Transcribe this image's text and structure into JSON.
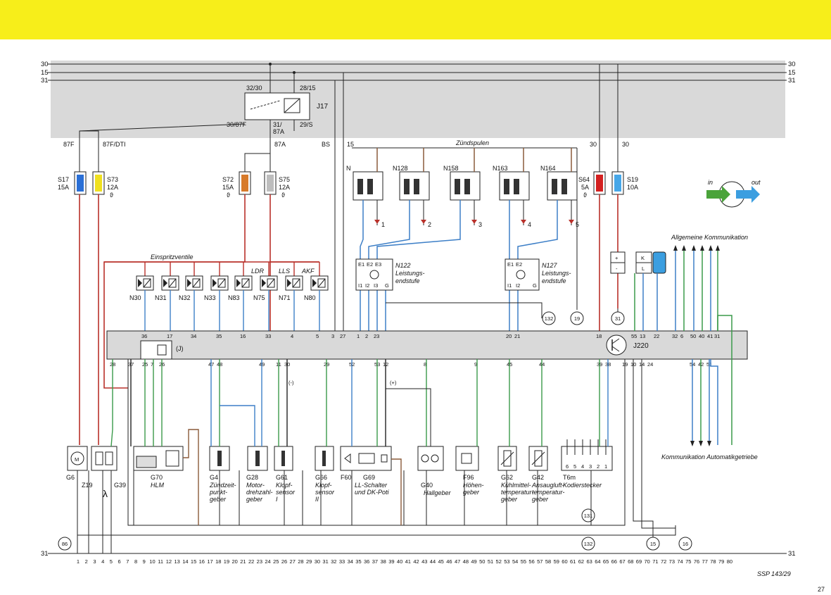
{
  "rails": {
    "r30": "30",
    "r15": "15",
    "r31": "31",
    "bottom31": "31"
  },
  "relay": {
    "name": "J17",
    "p32_30": "32/30",
    "p28_15": "28/15",
    "p30_87f": "30/87F",
    "p31_87a": "31/",
    "p31_87a_b": "87A",
    "p29s": "29/S"
  },
  "taps": {
    "t87f": "87F",
    "t87f_dti": "87F/DTI",
    "t87a": "87A",
    "tbs": "BS",
    "t15": "15",
    "t30a": "30",
    "t30b": "30"
  },
  "fuses": {
    "s17": [
      "S17",
      "15A"
    ],
    "s73": [
      "S73",
      "12A",
      "ϑ"
    ],
    "s72": [
      "S72",
      "15A",
      "ϑ"
    ],
    "s75": [
      "S75",
      "12A",
      "ϑ"
    ],
    "s64": [
      "S64",
      "5A",
      "ϑ"
    ],
    "s19": [
      "S19",
      "10A"
    ]
  },
  "colors": {
    "yellow_band": "#f7ee1a",
    "grey_panel": "#d9d9d9",
    "s17_fuse": "#2a6fd6",
    "s73_fuse": "#f0e020",
    "s72_fuse": "#d77a2a",
    "s75_fuse": "#bdbdbd",
    "s64_fuse": "#d32020",
    "s19_fuse": "#47a7e8",
    "wire_red": "#b9302a",
    "wire_brown": "#8a5a3a",
    "wire_blue": "#3d7fc7",
    "wire_green": "#3a9a4a",
    "wire_black": "#222222",
    "arrow_in": "#4aa33a",
    "arrow_out": "#3b9ee0"
  },
  "legend": {
    "in": "in",
    "out": "out"
  },
  "zundspulen": {
    "title": "Zündspulen",
    "coils": [
      "N",
      "N128",
      "N158",
      "N163",
      "N164"
    ],
    "cyl": [
      "1",
      "2",
      "3",
      "4",
      "5"
    ]
  },
  "endstufen": {
    "n122": {
      "name": "N122",
      "l1": "Leistungs-",
      "l2": "endstufe",
      "pins_top": [
        "E1",
        "E2",
        "E3"
      ],
      "pins_bot": [
        "I1",
        "I2",
        "I3",
        "G"
      ]
    },
    "n127": {
      "name": "N127",
      "l1": "Leistungs-",
      "l2": "endstufe",
      "pins_top": [
        "E1",
        "E2"
      ],
      "pins_bot": [
        "I1",
        "I2",
        "G"
      ]
    }
  },
  "injectors": {
    "title": "Einspritzventile",
    "names": [
      "N30",
      "N31",
      "N32",
      "N33",
      "N83",
      "N75",
      "N71",
      "N80"
    ],
    "ldr": "LDR",
    "lls": "LLS",
    "akf": "AKF"
  },
  "ecu": {
    "name": "J220",
    "sub": "(J)",
    "top_pins": [
      "36",
      "17",
      "34",
      "35",
      "16",
      "33",
      "4",
      "5",
      "3",
      "27",
      "1",
      "2",
      "23",
      "20",
      "21",
      "18",
      "55",
      "13",
      "22",
      "32",
      "6",
      "50",
      "40",
      "41",
      "31"
    ],
    "bot_pins": [
      "28",
      "37",
      "25",
      "7",
      "26",
      "47",
      "48",
      "49",
      "11",
      "30",
      "29",
      "52",
      "53",
      "12",
      "8",
      "9",
      "45",
      "44",
      "39",
      "38",
      "19",
      "10",
      "14",
      "24",
      "54",
      "42",
      "51"
    ],
    "minus": "(-)",
    "plus": "(+)"
  },
  "refs": [
    "132",
    "19",
    "31",
    "131",
    "132",
    "15",
    "16",
    "86"
  ],
  "kommunikation": {
    "allgemein": "Allgemeine Kommunikation",
    "automatik": "Kommunikation Automatikgetriebe"
  },
  "bottom_parts": [
    {
      "code": "G6",
      "desc": []
    },
    {
      "code": "Z19",
      "desc": []
    },
    {
      "code": "λ",
      "desc": []
    },
    {
      "code": "G39",
      "desc": []
    },
    {
      "code": "G70",
      "desc": [
        "HLM"
      ]
    },
    {
      "code": "G4",
      "desc": [
        "Zündzeit-",
        "punkt-",
        "geber"
      ]
    },
    {
      "code": "G28",
      "desc": [
        "Motor-",
        "drehzahl-",
        "geber"
      ]
    },
    {
      "code": "G61",
      "desc": [
        "Klopf-",
        "sensor",
        "I"
      ]
    },
    {
      "code": "G66",
      "desc": [
        "Klopf-",
        "sensor",
        "II"
      ]
    },
    {
      "code": "F60",
      "desc": []
    },
    {
      "code": "G69",
      "desc": [
        "LL-Schalter",
        "und DK-Poti"
      ]
    },
    {
      "code": "G40",
      "desc": [
        "Hallgeber"
      ]
    },
    {
      "code": "F96",
      "desc": [
        "Höhen-",
        "geber"
      ]
    },
    {
      "code": "G62",
      "desc": [
        "Kühlmittel-",
        "temperatur-",
        "geber"
      ]
    },
    {
      "code": "G42",
      "desc": [
        "Ansaugluft-",
        "temperatur-",
        "geber"
      ]
    },
    {
      "code": "T6m",
      "desc": [
        "Kodierstecker"
      ]
    }
  ],
  "t6m_pins": [
    "6",
    "5",
    "4",
    "3",
    "2",
    "1"
  ],
  "ruler": [
    "1",
    "2",
    "3",
    "4",
    "5",
    "6",
    "7",
    "8",
    "9",
    "10",
    "11",
    "12",
    "13",
    "14",
    "15",
    "16",
    "17",
    "18",
    "19",
    "20",
    "21",
    "22",
    "23",
    "24",
    "25",
    "26",
    "27",
    "28",
    "29",
    "30",
    "31",
    "32",
    "33",
    "34",
    "35",
    "36",
    "37",
    "38",
    "39",
    "40",
    "41",
    "42",
    "43",
    "44",
    "45",
    "46",
    "47",
    "48",
    "49",
    "50",
    "51",
    "52",
    "53",
    "54",
    "55",
    "56",
    "57",
    "58",
    "59",
    "60",
    "61",
    "62",
    "63",
    "64",
    "65",
    "66",
    "67",
    "68",
    "69",
    "70",
    "71",
    "72",
    "73",
    "74",
    "75",
    "76",
    "77",
    "78",
    "79",
    "80"
  ],
  "footer": {
    "code": "SSP 143/29",
    "page": "27"
  }
}
